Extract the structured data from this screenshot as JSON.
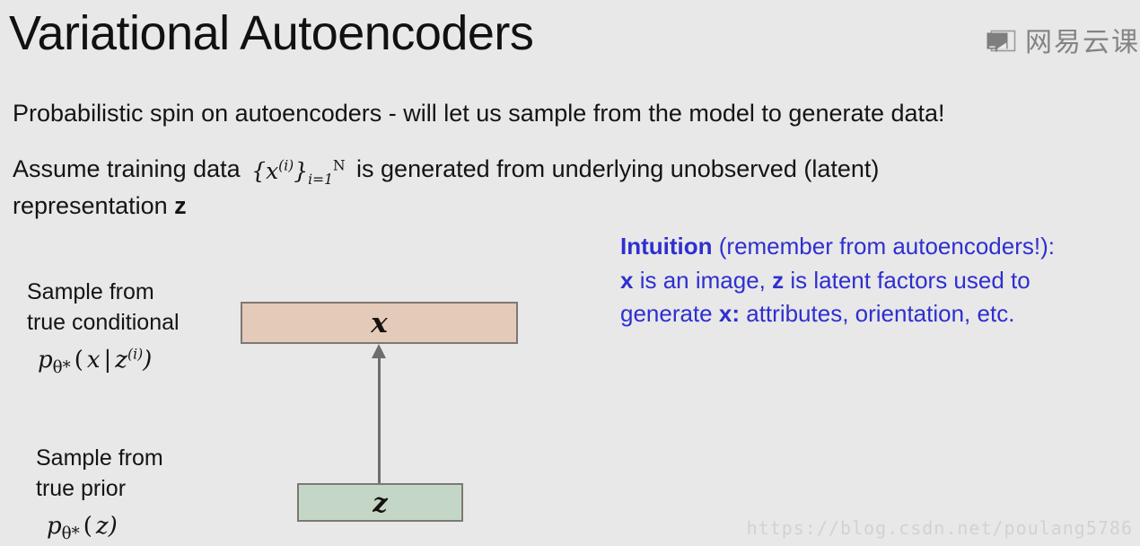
{
  "slide": {
    "title": "Variational Autoencoders",
    "background_color": "#e8e8e8"
  },
  "brand": {
    "icon_name": "open-book-screen-icon",
    "text": "网易云课",
    "color": "#848484"
  },
  "body": {
    "paragraph_1": "Probabilistic spin on autoencoders - will let us sample from the model to generate data!",
    "paragraph_2_pre": "Assume training data",
    "paragraph_2_math": {
      "open_brace": "{",
      "base": "x",
      "superscript": "(i)",
      "close_brace": "}",
      "sub": "i=1",
      "sup": "N"
    },
    "paragraph_2_mid": "is generated from underlying unobserved (latent)",
    "paragraph_2_end": "representation",
    "paragraph_2_bold_z": "z"
  },
  "intuition": {
    "heading": "Intuition",
    "heading_rest": "(remember from autoencoders!):",
    "line2_x": "x",
    "line2_mid": "is an image,",
    "line2_z": "z",
    "line2_rest": "is latent factors used to",
    "line3_pre": "generate",
    "line3_x": "x:",
    "line3_rest": "attributes, orientation, etc.",
    "color": "#2f2fd0"
  },
  "annotations": {
    "conditional": {
      "line1": "Sample from",
      "line2": "true conditional",
      "formula": {
        "p": "p",
        "theta_star": "θ*",
        "open": "(",
        "x": "x",
        "bar": "|",
        "z": "z",
        "sup": "(i)",
        "close": ")"
      }
    },
    "prior": {
      "line1": "Sample from",
      "line2": "true prior",
      "formula": {
        "p": "p",
        "theta_star": "θ*",
        "open": "(",
        "z": "z",
        "close": ")"
      }
    }
  },
  "diagram": {
    "node_x_label": "x",
    "node_x_color": "#e4cab8",
    "node_z_label": "z",
    "node_z_color": "#c4d7c6",
    "arrow_direction": "z-to-x-upward",
    "border_color": "#7d7873"
  },
  "watermark": {
    "text": "https://blog.csdn.net/poulang5786"
  }
}
